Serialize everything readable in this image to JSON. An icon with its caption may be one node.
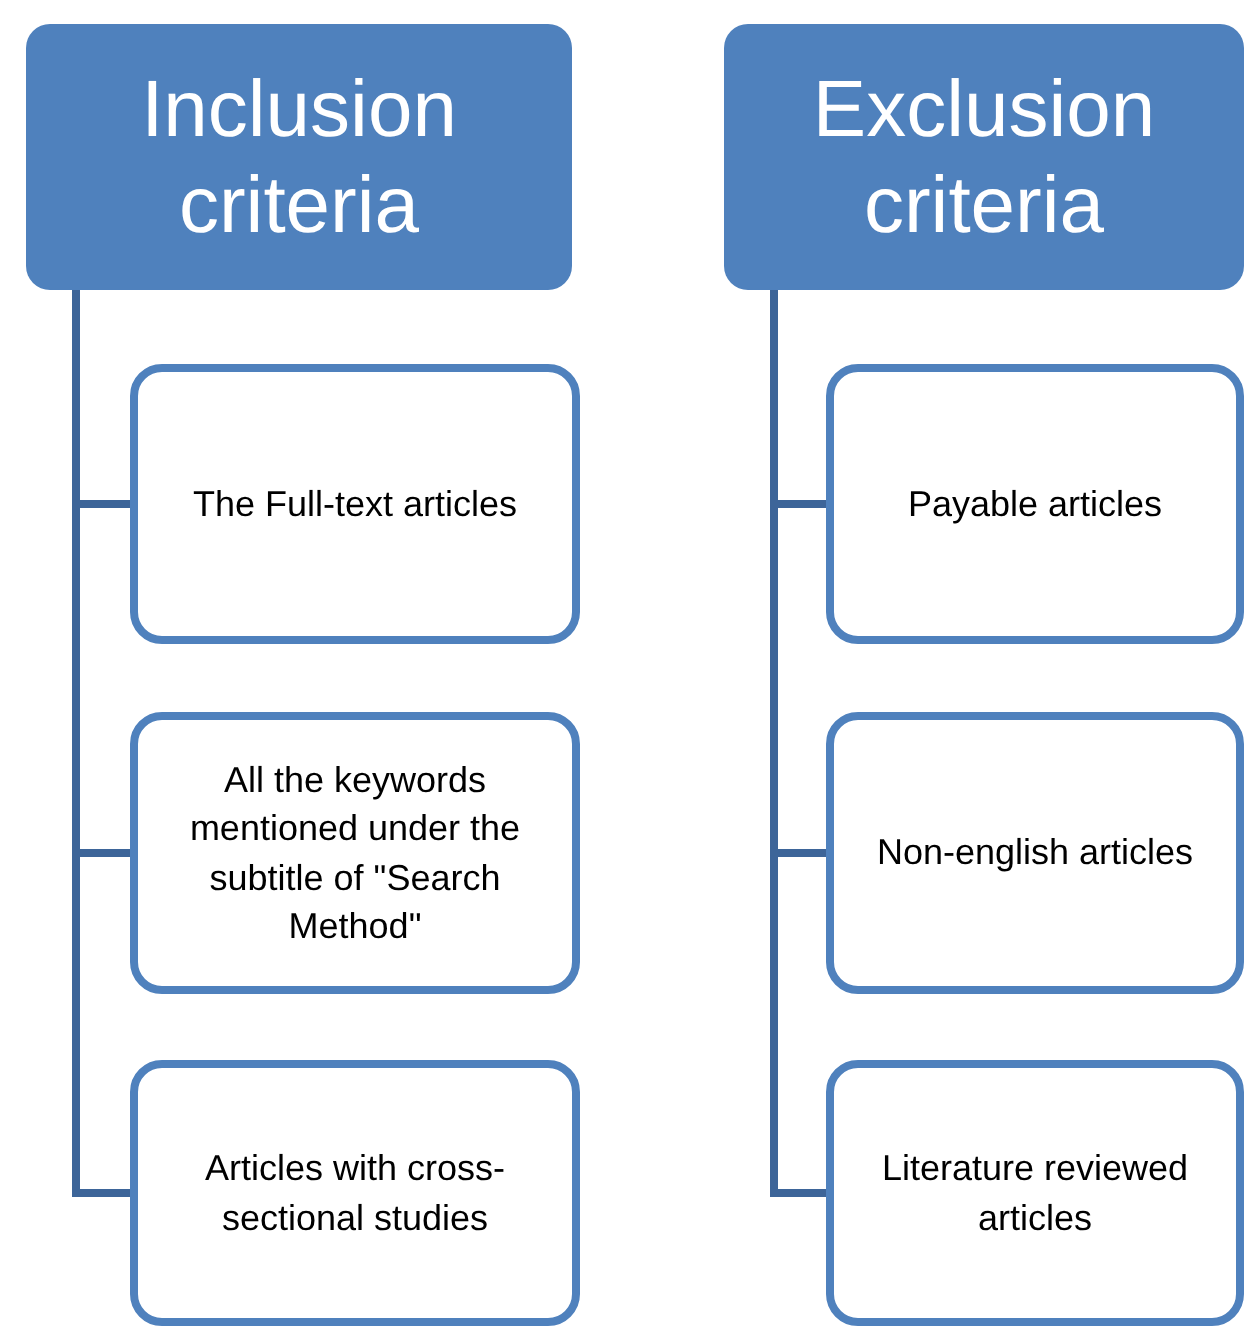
{
  "diagram": {
    "nodes": [
      {
        "text": [
          "Inclusion criteria"
        ]
      },
      {
        "text": [
          "The Full-text articles"
        ]
      },
      {
        "text": [
          "All the keywords mentioned under the subtitle of \"Search Method\""
        ]
      },
      {
        "text": [
          "Articles with cross-sectional studies"
        ]
      },
      {
        "text": [
          "Exclusion criteria"
        ]
      },
      {
        "text": [
          "Payable articles"
        ]
      },
      {
        "text": [
          "Non-english articles"
        ]
      },
      {
        "text": [
          "Literature reviewed articles"
        ]
      }
    ],
    "edges": [
      {
        "from": 0,
        "to": 1,
        "arrow": "none"
      },
      {
        "from": 0,
        "to": 2,
        "arrow": "none"
      },
      {
        "from": 0,
        "to": 3,
        "arrow": "none"
      },
      {
        "from": 4,
        "to": 5,
        "arrow": "none"
      },
      {
        "from": 4,
        "to": 6,
        "arrow": "none"
      },
      {
        "from": 4,
        "to": 7,
        "arrow": "none"
      }
    ]
  }
}
